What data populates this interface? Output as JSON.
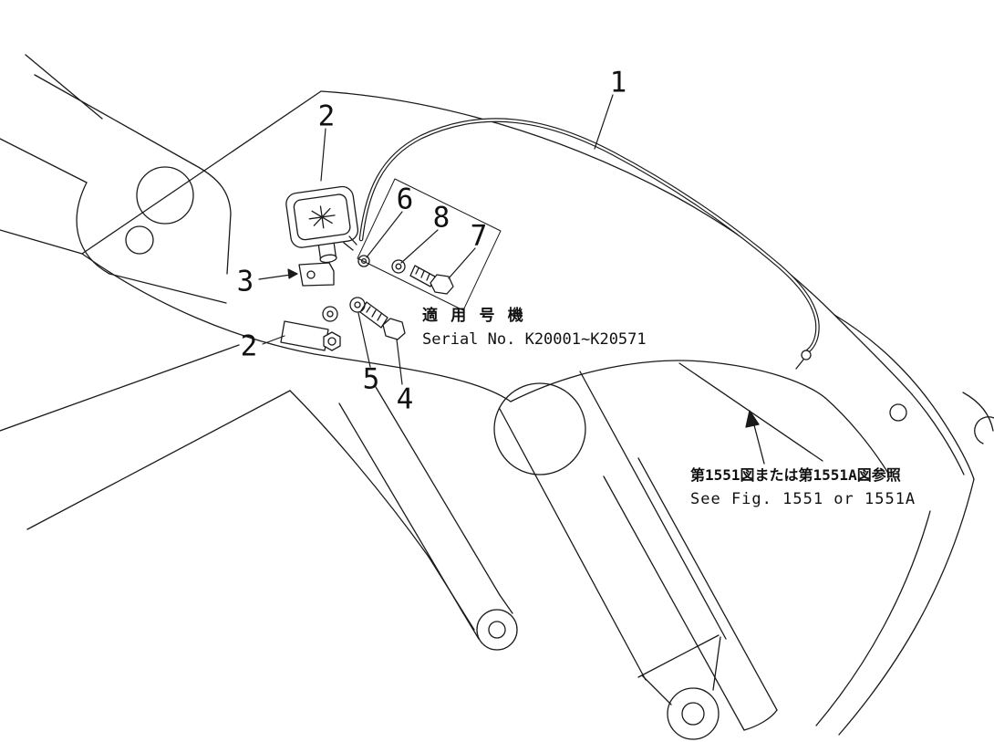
{
  "figure": {
    "callouts": [
      {
        "id": "callout-1",
        "label": "1"
      },
      {
        "id": "callout-2-top",
        "label": "2"
      },
      {
        "id": "callout-6",
        "label": "6"
      },
      {
        "id": "callout-8",
        "label": "8"
      },
      {
        "id": "callout-7",
        "label": "7"
      },
      {
        "id": "callout-3",
        "label": "3"
      },
      {
        "id": "callout-2-bottom",
        "label": "2"
      },
      {
        "id": "callout-5",
        "label": "5"
      },
      {
        "id": "callout-4",
        "label": "4"
      }
    ],
    "serial_note": {
      "line1_jp": "適 用 号 機",
      "line2_en": "Serial No. K20001~K20571"
    },
    "reference_note": {
      "line1_jp": "第1551図または第1551A図参照",
      "line2_en": "See Fig. 1551 or 1551A"
    },
    "colors": {
      "line": "#1a1a1a",
      "background": "#ffffff"
    }
  }
}
